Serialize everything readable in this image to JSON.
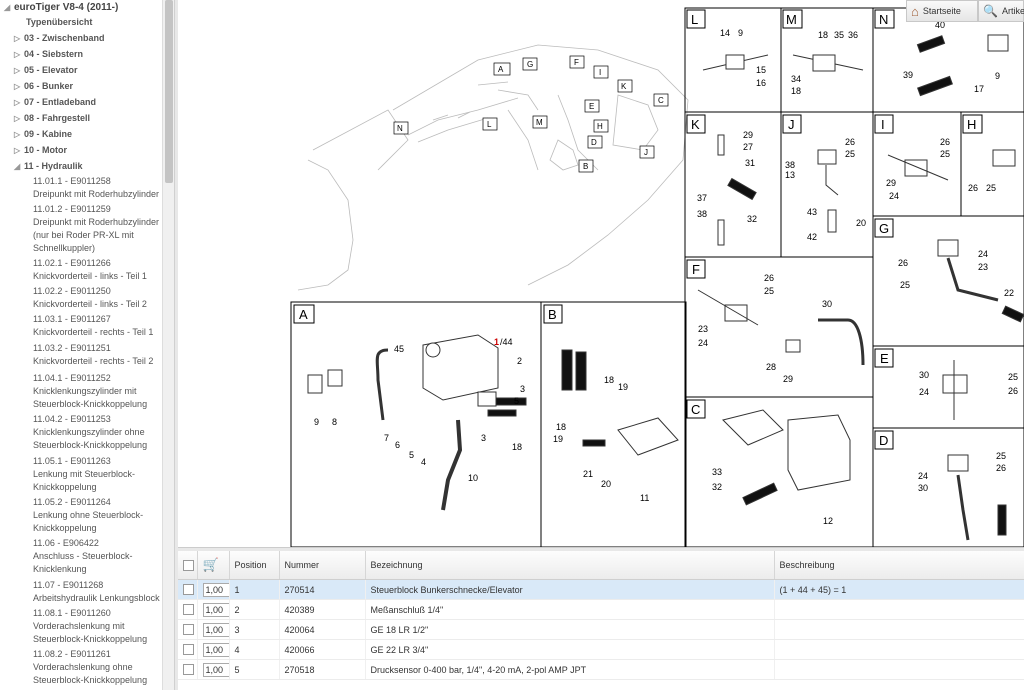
{
  "tree": {
    "root": "euroTiger V8-4 (2011-)",
    "overview": "Typenübersicht",
    "groups": [
      "03 - Zwischenband",
      "04 - Siebstern",
      "05 - Elevator",
      "06 - Bunker",
      "07 - Entladeband",
      "08 - Fahrgestell",
      "09 - Kabine",
      "10 - Motor",
      "11 - Hydraulik"
    ],
    "items": [
      {
        "code": "11.01.1 - E9011258",
        "desc": "Dreipunkt mit Roderhubzylinder"
      },
      {
        "code": "11.01.2 - E9011259",
        "desc": "Dreipunkt mit Roderhubzylinder (nur bei Roder PR-XL mit Schnellkuppler)"
      },
      {
        "code": "11.02.1 - E9011266",
        "desc": "Knickvorderteil - links - Teil 1"
      },
      {
        "code": "11.02.2 - E9011250",
        "desc": "Knickvorderteil - links - Teil 2"
      },
      {
        "code": "11.03.1 - E9011267",
        "desc": "Knickvorderteil - rechts - Teil 1"
      },
      {
        "code": "11.03.2 - E9011251",
        "desc": "Knickvorderteil - rechts - Teil 2"
      },
      {
        "code": "11.04.1 - E9011252",
        "desc": "Knicklenkungszylinder mit Steuerblock-Knickkoppelung"
      },
      {
        "code": "11.04.2 - E9011253",
        "desc": "Knicklenkungszylinder ohne Steuerblock-Knickkoppelung"
      },
      {
        "code": "11.05.1 - E9011263",
        "desc": "Lenkung mit Steuerblock-Knickkoppelung"
      },
      {
        "code": "11.05.2 - E9011264",
        "desc": "Lenkung ohne Steuerblock-Knickkoppelung"
      },
      {
        "code": "11.06 - E906422",
        "desc": "Anschluss - Steuerblock-Knicklenkung"
      },
      {
        "code": "11.07 - E9011268",
        "desc": "Arbeitshydraulik Lenkungsblock"
      },
      {
        "code": "11.08.1 - E9011260",
        "desc": "Vorderachslenkung mit Steuerblock-Knickkoppelung"
      },
      {
        "code": "11.08.2 - E9011261",
        "desc": "Vorderachslenkung ohne Steuerblock-Knickkoppelung"
      }
    ]
  },
  "toolbar": {
    "home_label": "Startseite",
    "article_label": "Artikel"
  },
  "drawing": {
    "panel_letters": [
      "A",
      "B",
      "L",
      "M",
      "N",
      "K",
      "J",
      "I",
      "H",
      "G",
      "F",
      "E",
      "C",
      "D"
    ],
    "overview_letters": [
      "A",
      "G",
      "F",
      "I",
      "K",
      "C",
      "N",
      "L",
      "M",
      "E",
      "H",
      "D",
      "B",
      "J"
    ],
    "callout_highlight": "1",
    "callout_total": "/44"
  },
  "grid": {
    "headers": {
      "position": "Position",
      "number": "Nummer",
      "designation": "Bezeichnung",
      "description": "Beschreibung"
    },
    "rows": [
      {
        "qty": "1,00",
        "pos": "1",
        "num": "270514",
        "name": "Steuerblock Bunkerschnecke/Elevator",
        "desc": "(1 + 44 + 45) = 1"
      },
      {
        "qty": "1,00",
        "pos": "2",
        "num": "420389",
        "name": "Meßanschluß 1/4\"",
        "desc": ""
      },
      {
        "qty": "1,00",
        "pos": "3",
        "num": "420064",
        "name": "GE 18 LR 1/2\"",
        "desc": ""
      },
      {
        "qty": "1,00",
        "pos": "4",
        "num": "420066",
        "name": "GE 22 LR 3/4\"",
        "desc": ""
      },
      {
        "qty": "1,00",
        "pos": "5",
        "num": "270518",
        "name": "Drucksensor 0-400 bar, 1/4\", 4-20 mA, 2-pol AMP JPT",
        "desc": ""
      }
    ]
  }
}
